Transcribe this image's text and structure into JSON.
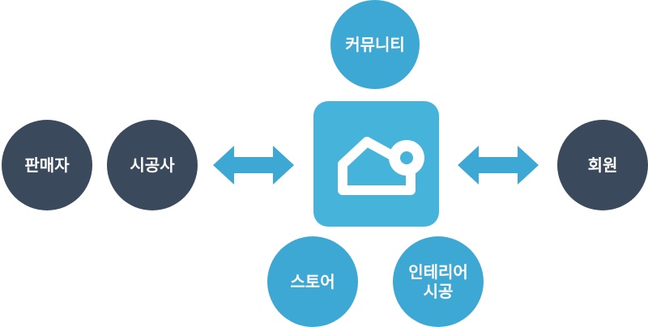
{
  "nodes": {
    "seller": "판매자",
    "contractor": "시공사",
    "member": "회원",
    "community": "커뮤니티",
    "store": "스토어",
    "interior": "인테리어\n시공"
  },
  "colors": {
    "dark_circle": "#3a4a5c",
    "blue_circle": "#3ea8d4",
    "app_tile": "#46b4da",
    "arrow": "#3ea8d4"
  },
  "icons": {
    "center": "house-icon",
    "left_arrow": "double-arrow-icon",
    "right_arrow": "double-arrow-icon"
  }
}
